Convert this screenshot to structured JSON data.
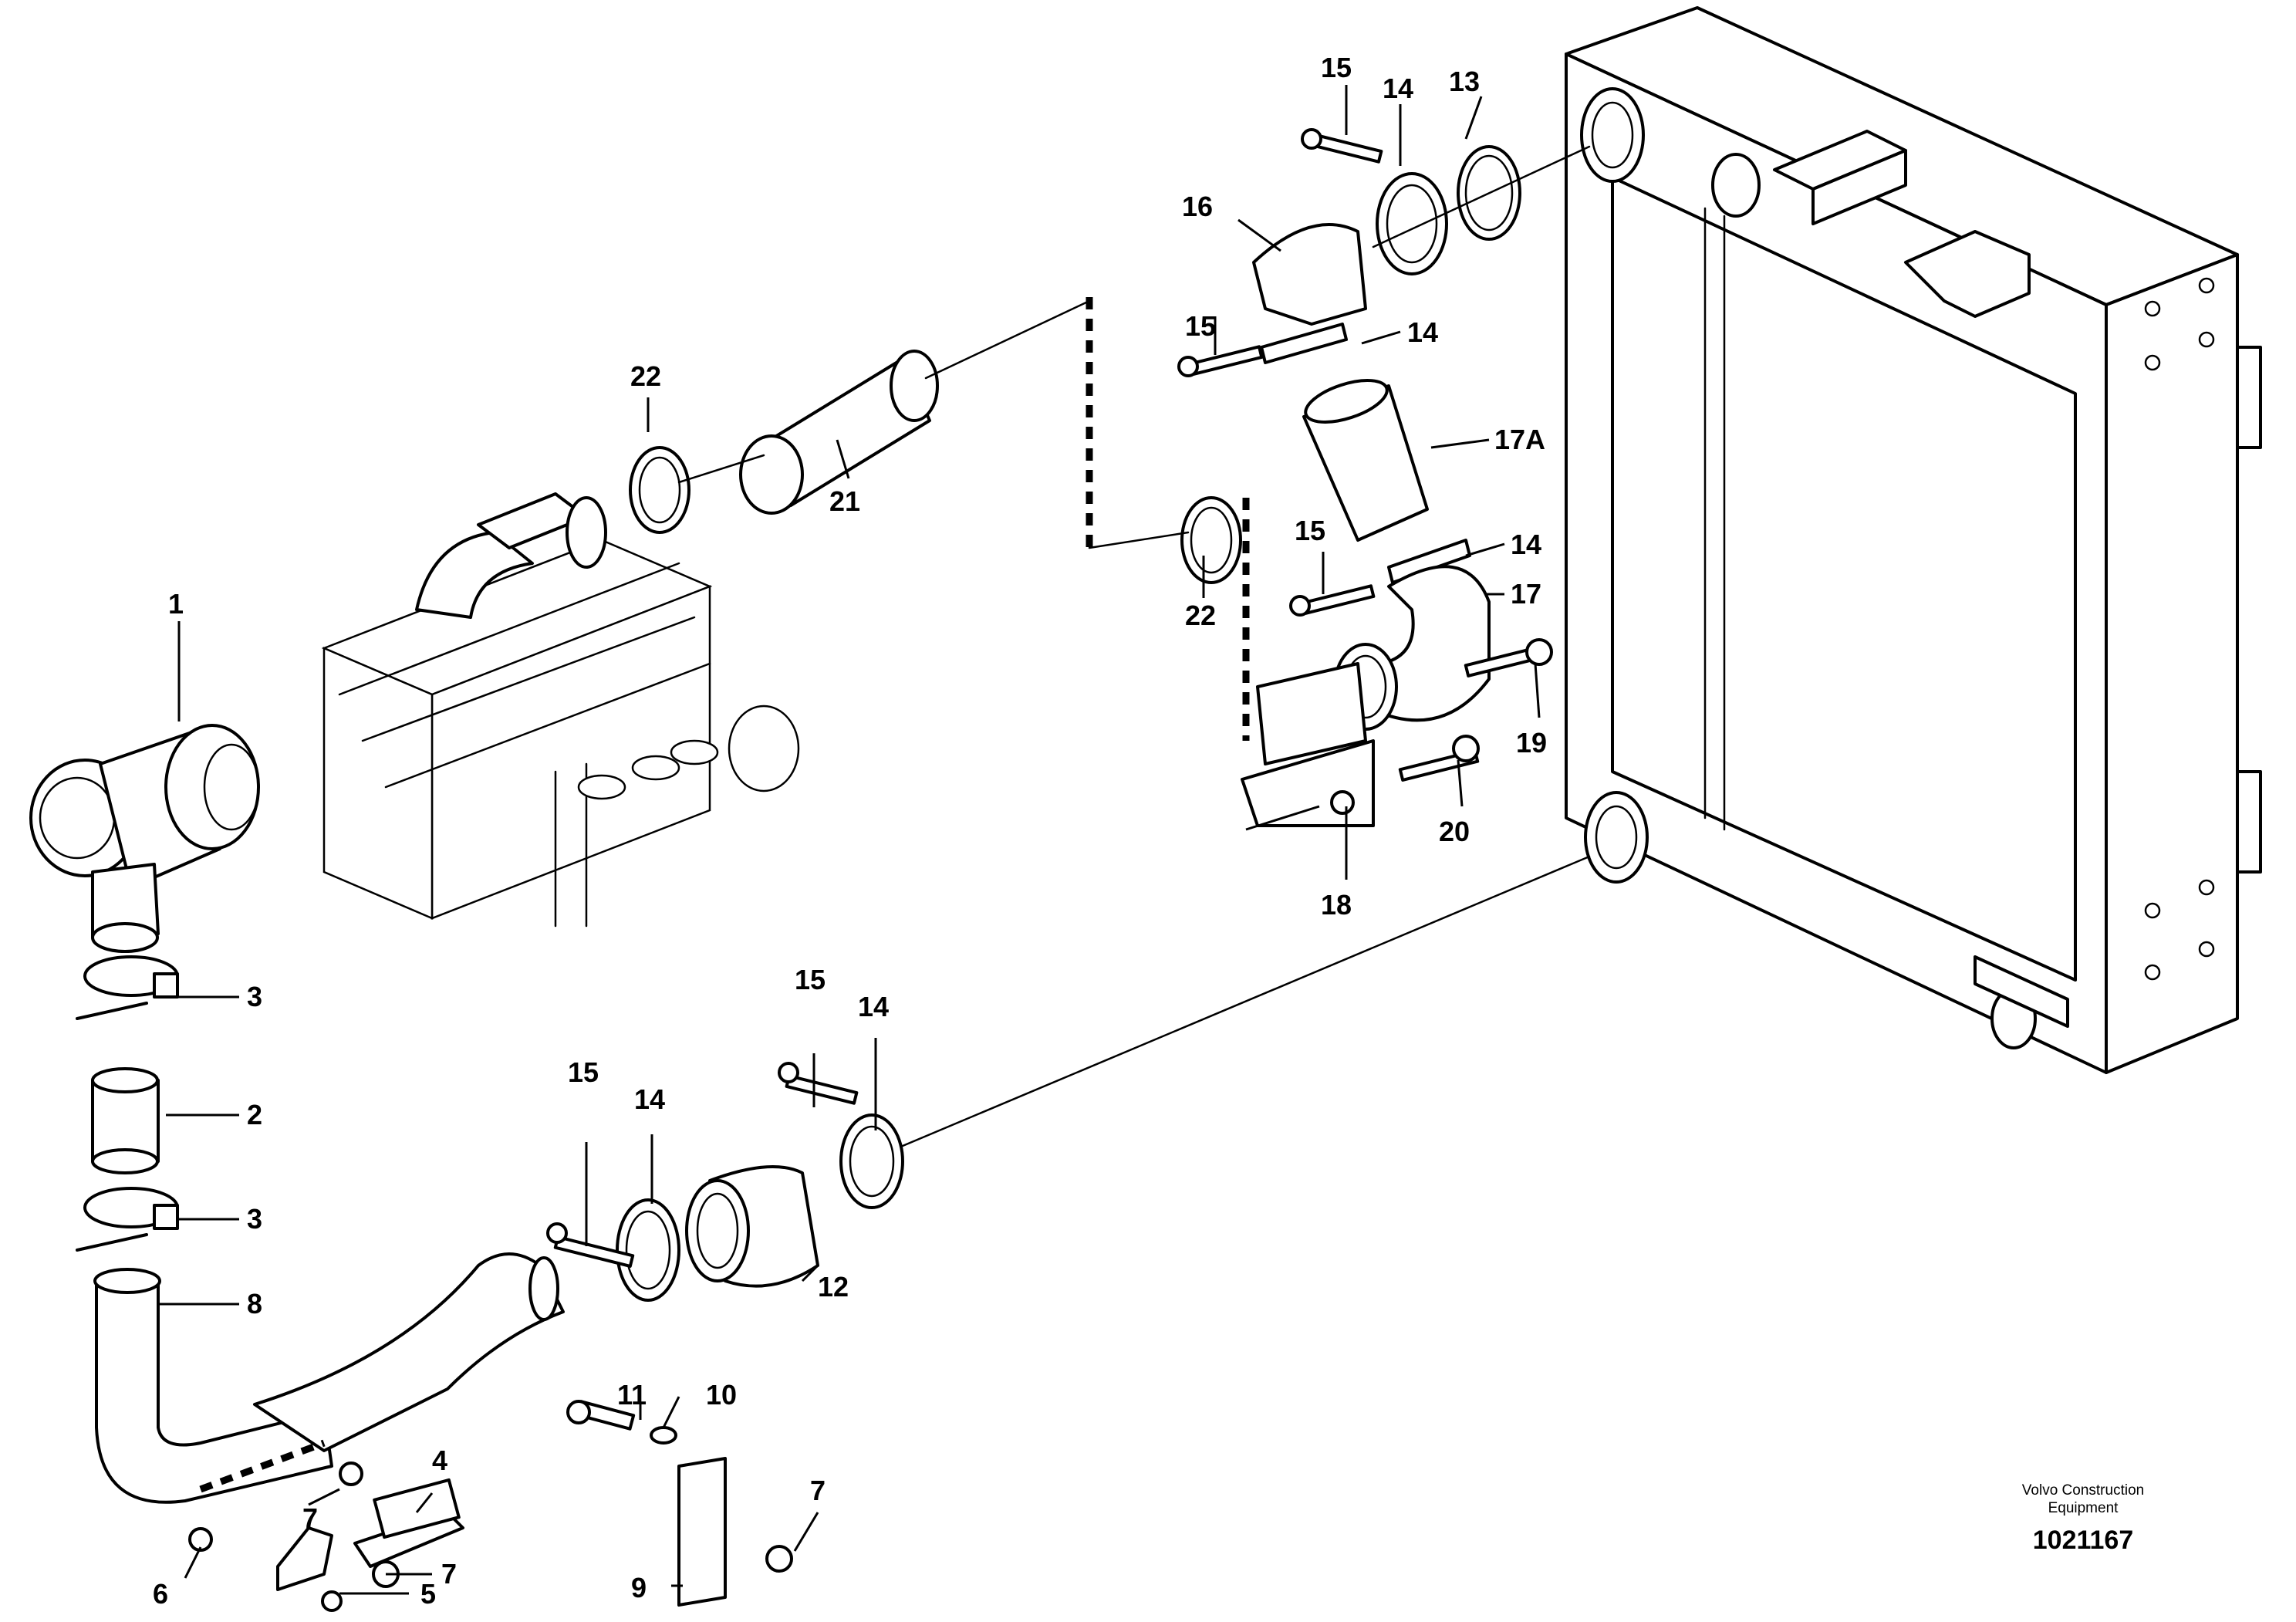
{
  "callouts": {
    "c1": "1",
    "c2": "2",
    "c3a": "3",
    "c3b": "3",
    "c4": "4",
    "c5": "5",
    "c6": "6",
    "c7a": "7",
    "c7b": "7",
    "c7c": "7",
    "c8": "8",
    "c9": "9",
    "c10": "10",
    "c11": "11",
    "c12": "12",
    "c13": "13",
    "c14a": "14",
    "c14b": "14",
    "c14c": "14",
    "c14d": "14",
    "c14e": "14",
    "c15a": "15",
    "c15b": "15",
    "c15c": "15",
    "c15d": "15",
    "c15e": "15",
    "c16": "16",
    "c17": "17",
    "c17a": "17A",
    "c18": "18",
    "c19": "19",
    "c20": "20",
    "c21": "21",
    "c22a": "22",
    "c22b": "22"
  },
  "footer": {
    "brand_line1": "Volvo Construction",
    "brand_line2": "Equipment",
    "doc_number": "1021167"
  }
}
